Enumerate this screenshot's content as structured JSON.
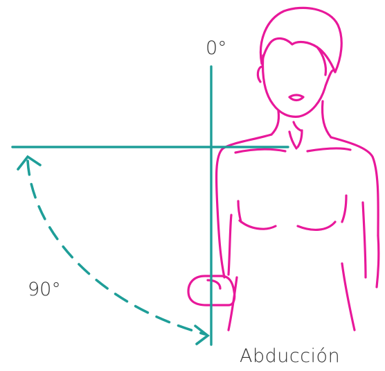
{
  "labels": {
    "zero_deg": "0°",
    "ninety_deg": "90°",
    "caption": "Abducción"
  },
  "colors": {
    "axis_lines": "#1e9e98",
    "figure_outline": "#e8189a",
    "text": "#333333",
    "background": "#ffffff"
  }
}
